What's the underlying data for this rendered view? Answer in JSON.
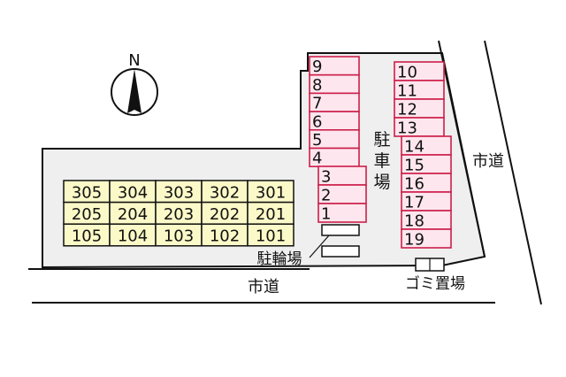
{
  "compass": {
    "label": "N",
    "icon": "north-arrow-icon"
  },
  "building": {
    "rows": [
      [
        "305",
        "304",
        "303",
        "302",
        "301"
      ],
      [
        "205",
        "204",
        "203",
        "202",
        "201"
      ],
      [
        "105",
        "104",
        "103",
        "102",
        "101"
      ]
    ]
  },
  "parking": {
    "label_chars": [
      "駐",
      "車",
      "場"
    ],
    "column_a": [
      "9",
      "8",
      "7",
      "6",
      "5",
      "4"
    ],
    "column_b": [
      "3",
      "2",
      "1"
    ],
    "column_c": [
      "10",
      "11",
      "12",
      "13"
    ],
    "column_d": [
      "14",
      "15",
      "16",
      "17",
      "18",
      "19"
    ]
  },
  "bicycle_parking": {
    "label": "駐輪場"
  },
  "garbage_area": {
    "label": "ゴミ置場"
  },
  "roads": {
    "bottom_label": "市道",
    "right_label": "市道"
  },
  "colors": {
    "parking_fill": "#fde6ee",
    "parking_stroke": "#cc1f4a",
    "unit_fill": "#fbf9c8",
    "lot_fill": "#efefef"
  }
}
